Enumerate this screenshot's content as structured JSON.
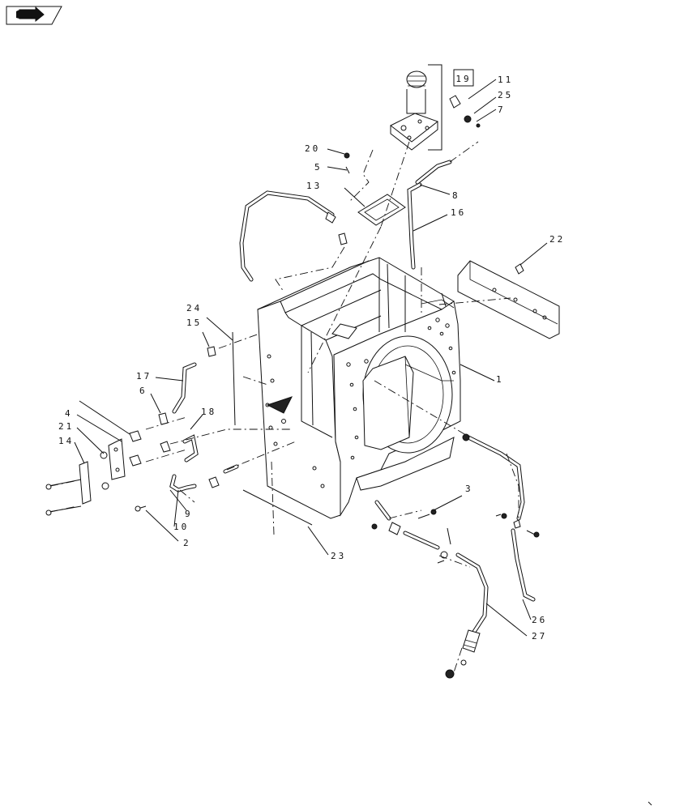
{
  "nav": {
    "icon": "back-arrow-icon"
  },
  "box_label": "19",
  "callouts": {
    "c1": "1",
    "c2": "2",
    "c3": "3",
    "c4": "4",
    "c5": "5",
    "c6": "6",
    "c7": "7",
    "c8": "8",
    "c9": "9",
    "c10": "10",
    "c11": "11",
    "c13": "13",
    "c14": "14",
    "c15": "15",
    "c16": "16",
    "c17": "17",
    "c18": "18",
    "c20": "20",
    "c21": "21",
    "c22": "22",
    "c23": "23",
    "c24": "24",
    "c25": "25",
    "c26": "26",
    "c27": "27"
  }
}
